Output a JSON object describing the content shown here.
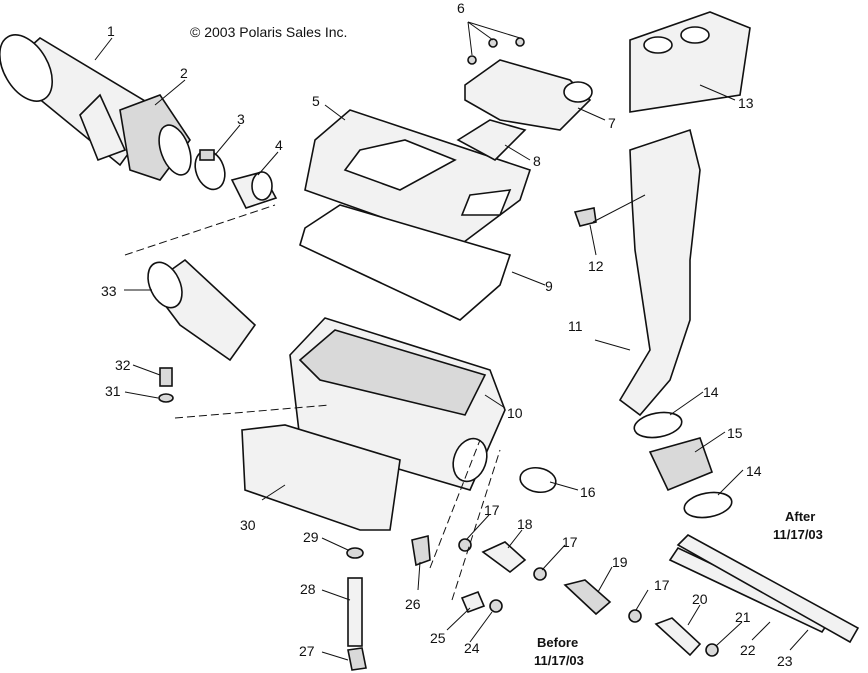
{
  "copyright": "© 2003 Polaris Sales Inc.",
  "callouts": {
    "n1": "1",
    "n2": "2",
    "n3": "3",
    "n4": "4",
    "n5": "5",
    "n6": "6",
    "n7": "7",
    "n8": "8",
    "n9": "9",
    "n10": "10",
    "n11": "11",
    "n12": "12",
    "n13": "13",
    "n14a": "14",
    "n14b": "14",
    "n15": "15",
    "n16": "16",
    "n17a": "17",
    "n17b": "17",
    "n17c": "17",
    "n18": "18",
    "n19": "19",
    "n20": "20",
    "n21": "21",
    "n22": "22",
    "n23": "23",
    "n24": "24",
    "n25": "25",
    "n26": "26",
    "n27": "27",
    "n28": "28",
    "n29": "29",
    "n30": "30",
    "n31": "31",
    "n32": "32",
    "n33": "33"
  },
  "notes": {
    "after_line1": "After",
    "after_line2": "11/17/03",
    "before_line1": "Before",
    "before_line2": "11/17/03"
  }
}
